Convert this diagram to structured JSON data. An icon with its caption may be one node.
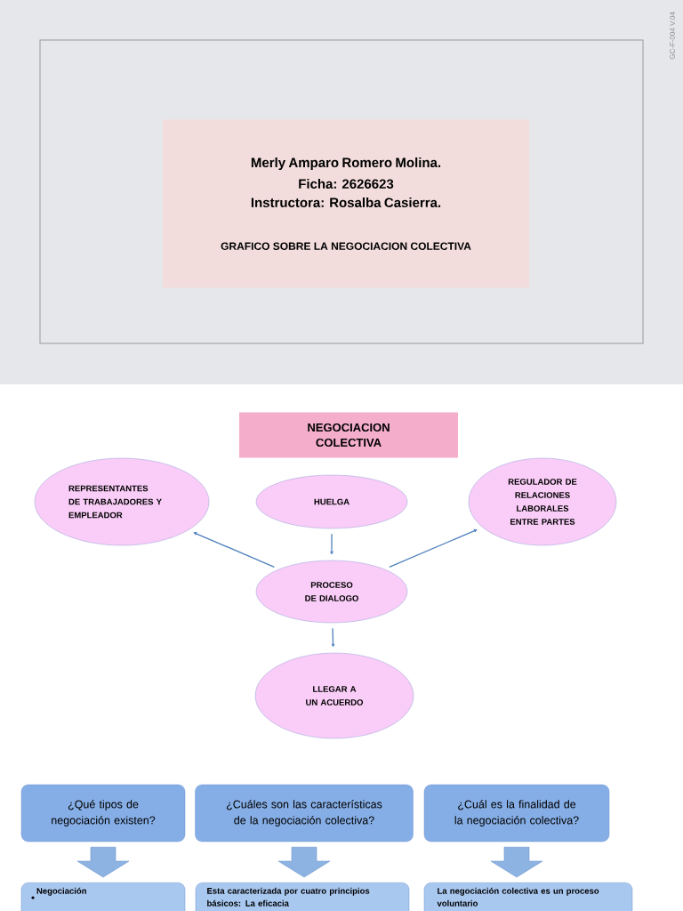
{
  "diagram": {
    "nodes": [
      {
        "text": [
          "Merly Amparo Romero Molina.",
          "Ficha: 2626623",
          "Instructora: Rosalba Casierra.",
          "GRAFICO SOBRE LA NEGOCIACION COLECTIVA"
        ]
      },
      {
        "text": [
          "NEGOCIACION COLECTIVA"
        ]
      },
      {
        "text": [
          "REPRESENTANTES DE TRABAJADORES Y EMPLEADOR"
        ]
      },
      {
        "text": [
          "HUELGA"
        ]
      },
      {
        "text": [
          "REGULADOR DE RELACIONES LABORALES ENTRE PARTES"
        ]
      },
      {
        "text": [
          "PROCESO DE DIALOGO"
        ]
      },
      {
        "text": [
          "LLEGAR A UN ACUERDO"
        ]
      },
      {
        "text": [
          "¿Qué tipos de negociación existen?"
        ]
      },
      {
        "text": [
          "¿Cuáles son las características de la negociación colectiva?"
        ]
      },
      {
        "text": [
          "¿Cuál es la finalidad de la negociación colectiva?"
        ]
      },
      {
        "text": [
          "Negociación"
        ]
      },
      {
        "text": [
          "Esta caracterizada por cuatro principios básicos: La eficacia"
        ]
      },
      {
        "text": [
          "La negociación colectiva es un proceso voluntario"
        ]
      }
    ],
    "edges": [
      {
        "from": 3,
        "to": 5,
        "arrow": "to"
      },
      {
        "from": 5,
        "to": 2,
        "arrow": "to"
      },
      {
        "from": 5,
        "to": 4,
        "arrow": "to"
      },
      {
        "from": 5,
        "to": 6,
        "arrow": "to"
      },
      {
        "from": 7,
        "to": 10,
        "arrow": "to",
        "style": "thick",
        "color": "#8db3e2"
      },
      {
        "from": 8,
        "to": 11,
        "arrow": "to",
        "style": "thick",
        "color": "#8db3e2"
      },
      {
        "from": 9,
        "to": 12,
        "arrow": "to",
        "style": "thick",
        "color": "#8db3e2"
      }
    ],
    "labels": [
      "GC-F-004 V.04"
    ]
  }
}
